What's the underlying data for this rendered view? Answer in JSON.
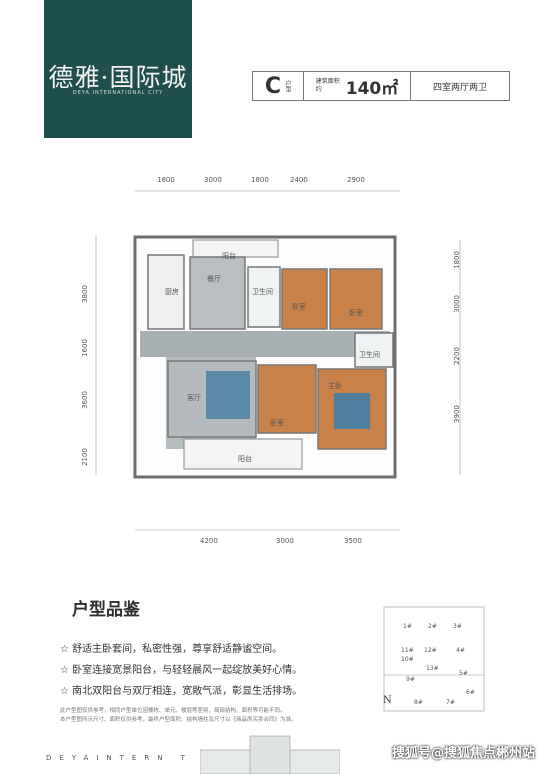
{
  "logo": {
    "main": "德雅·国际城",
    "sub": "DEYA INTERNATIONAL CITY"
  },
  "unit": {
    "letter": "C",
    "letter_suffix": "户型",
    "area_label": "建筑面积约",
    "area_value": "140㎡",
    "layout": "四室两厅两卫"
  },
  "dims": {
    "top": [
      "1800",
      "3000",
      "1800",
      "2400",
      "2900"
    ],
    "bottom": [
      "4200",
      "3000",
      "3500"
    ],
    "left": [
      "3800",
      "1600",
      "3600",
      "2100"
    ],
    "right": [
      "1800",
      "3000",
      "2200",
      "3900"
    ]
  },
  "rooms": {
    "balcony_n": "阳台",
    "kitchen": "厨房",
    "dining": "餐厅",
    "bath1": "卫生间",
    "bed_s1": "卧室",
    "bed_s2": "卧室",
    "living": "客厅",
    "bed_m": "卧室",
    "bath2": "卫生间",
    "bed_master": "主卧",
    "balcony_s": "阳台"
  },
  "section_title": "户型品鉴",
  "features": [
    "☆  舒适主卧套间，私密性强，尊享舒适静谧空间。",
    "☆  卧室连接宽景阳台，与轻轻晨风一起绽放美好心情。",
    "☆  南北双阳台与双厅相连，宽敞气派，彰显生活排场。"
  ],
  "notes": [
    "此户型图仅供参考，相同户型单位因楼栋、单元、楼层等差别，局部结构、面积等可能不同。",
    "本户型图所示尺寸、面积仅供参考，最终户型面积、结构墙柱及尺寸以《商品房买卖合同》为准。"
  ],
  "siteplan": {
    "compass": "N",
    "buildings": [
      "1#",
      "2#",
      "3#",
      "11#",
      "12#",
      "4#",
      "10#",
      "13#",
      "5#",
      "9#",
      "6#",
      "8#",
      "7#"
    ]
  },
  "bottom_logo": "DEYAINTERN  T",
  "watermark": "搜狐号@搜狐焦点郴州站"
}
